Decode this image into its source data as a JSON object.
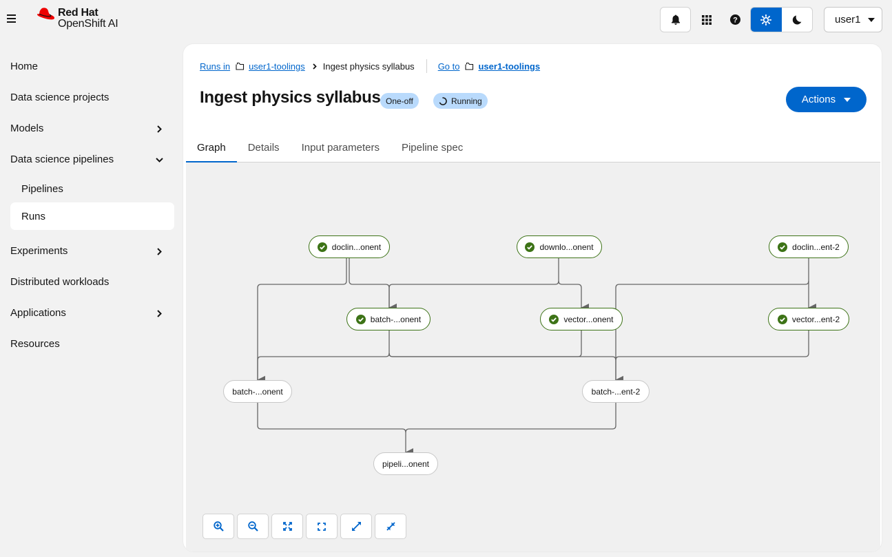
{
  "brand": {
    "line1": "Red Hat",
    "line2": "OpenShift AI"
  },
  "user": {
    "name": "user1"
  },
  "sidebar": {
    "items": [
      {
        "label": "Home"
      },
      {
        "label": "Data science projects"
      },
      {
        "label": "Models"
      },
      {
        "label": "Data science pipelines"
      },
      {
        "label": "Pipelines"
      },
      {
        "label": "Runs"
      },
      {
        "label": "Experiments"
      },
      {
        "label": "Distributed workloads"
      },
      {
        "label": "Applications"
      },
      {
        "label": "Resources"
      }
    ]
  },
  "breadcrumb": {
    "runs_in": "Runs in",
    "project": "user1-toolings",
    "current": "Ingest physics syllabus",
    "go_to": "Go to",
    "go_project": "user1-toolings"
  },
  "page": {
    "title": "Ingest physics syllabus",
    "badge_type": "One-off",
    "badge_status": "Running",
    "actions_label": "Actions"
  },
  "tabs": [
    {
      "label": "Graph"
    },
    {
      "label": "Details"
    },
    {
      "label": "Input parameters"
    },
    {
      "label": "Pipeline spec"
    }
  ],
  "graph": {
    "nodes": [
      {
        "label": "doclin...onent",
        "status": "succeeded"
      },
      {
        "label": "downlo...onent",
        "status": "succeeded"
      },
      {
        "label": "doclin...ent-2",
        "status": "succeeded"
      },
      {
        "label": "batch-...onent",
        "status": "succeeded"
      },
      {
        "label": "vector...onent",
        "status": "succeeded"
      },
      {
        "label": "vector...ent-2",
        "status": "succeeded"
      },
      {
        "label": "batch-...onent",
        "status": "pending"
      },
      {
        "label": "batch-...ent-2",
        "status": "pending"
      },
      {
        "label": "pipeli...onent",
        "status": "pending"
      }
    ]
  },
  "colors": {
    "accent": "#0066cc",
    "success": "#3d7317",
    "badge_bg": "#b9dafc"
  },
  "graph_controls": [
    "zoom-in-icon",
    "zoom-out-icon",
    "fit-to-screen-icon",
    "reset-view-icon",
    "expand-icon",
    "collapse-icon"
  ]
}
